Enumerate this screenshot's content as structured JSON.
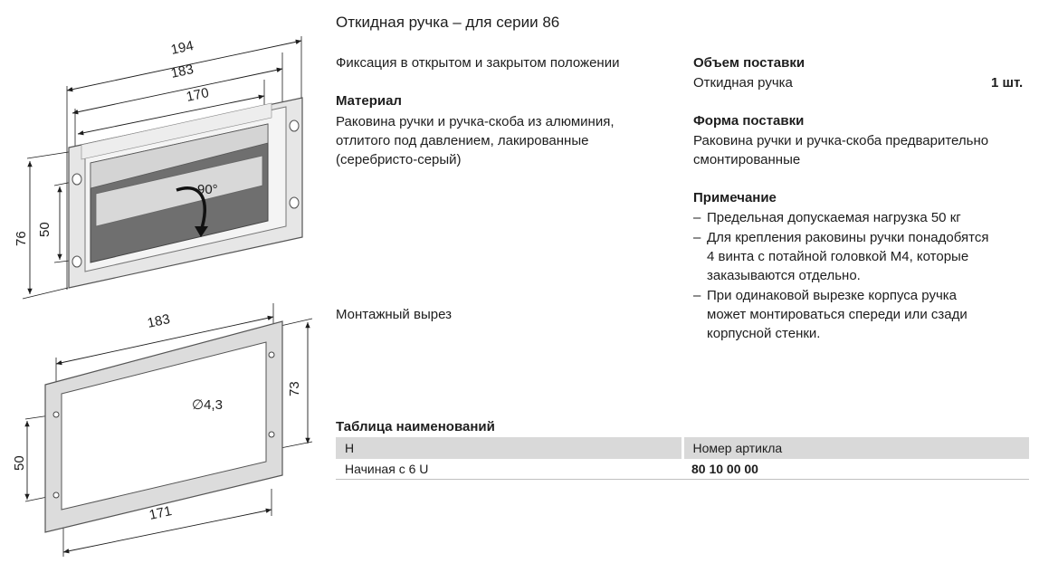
{
  "page": {
    "title": "Откидная ручка – для серии 86",
    "fixation": "Фиксация в открытом и закрытом положении",
    "material": {
      "heading": "Материал",
      "lines": [
        "Раковина ручки и ручка-скоба из алюминия,",
        "отлитого под давлением, лакированные",
        "(серебристо-серый)"
      ]
    },
    "mounting_cutout": "Монтажный вырез",
    "scope": {
      "heading": "Объем поставки",
      "item": "Откидная ручка",
      "qty": "1 шт."
    },
    "form": {
      "heading": "Форма поставки",
      "lines": [
        "Раковина ручки и ручка-скоба предварительно",
        "смонтированные"
      ]
    },
    "note": {
      "heading": "Примечание",
      "dash": "–",
      "items": [
        {
          "lines": [
            "Предельная допускаемая нагрузка 50 кг"
          ]
        },
        {
          "lines": [
            "Для крепления раковины ручки понадобятся",
            "4 винта с потайной головкой М4, которые",
            "заказываются отдельно."
          ]
        },
        {
          "lines": [
            "При одинаковой вырезке корпуса ручка",
            "может монтироваться спереди или сзади",
            "корпусной стенки."
          ]
        }
      ]
    },
    "table": {
      "heading": "Таблица наименований",
      "columns": [
        "H",
        "Номер артикла"
      ],
      "rows": [
        [
          "Начиная с 6 U",
          "80 10 00 00"
        ]
      ]
    }
  },
  "drawing_top": {
    "dims": {
      "overall": "194",
      "shell": "183",
      "inner": "170",
      "height": "76",
      "holes": "50",
      "angle": "90°"
    }
  },
  "drawing_bottom": {
    "dims": {
      "outer": "183",
      "inner": "171",
      "height": "73",
      "holes": "50",
      "hole_dia": "∅4,3"
    }
  }
}
